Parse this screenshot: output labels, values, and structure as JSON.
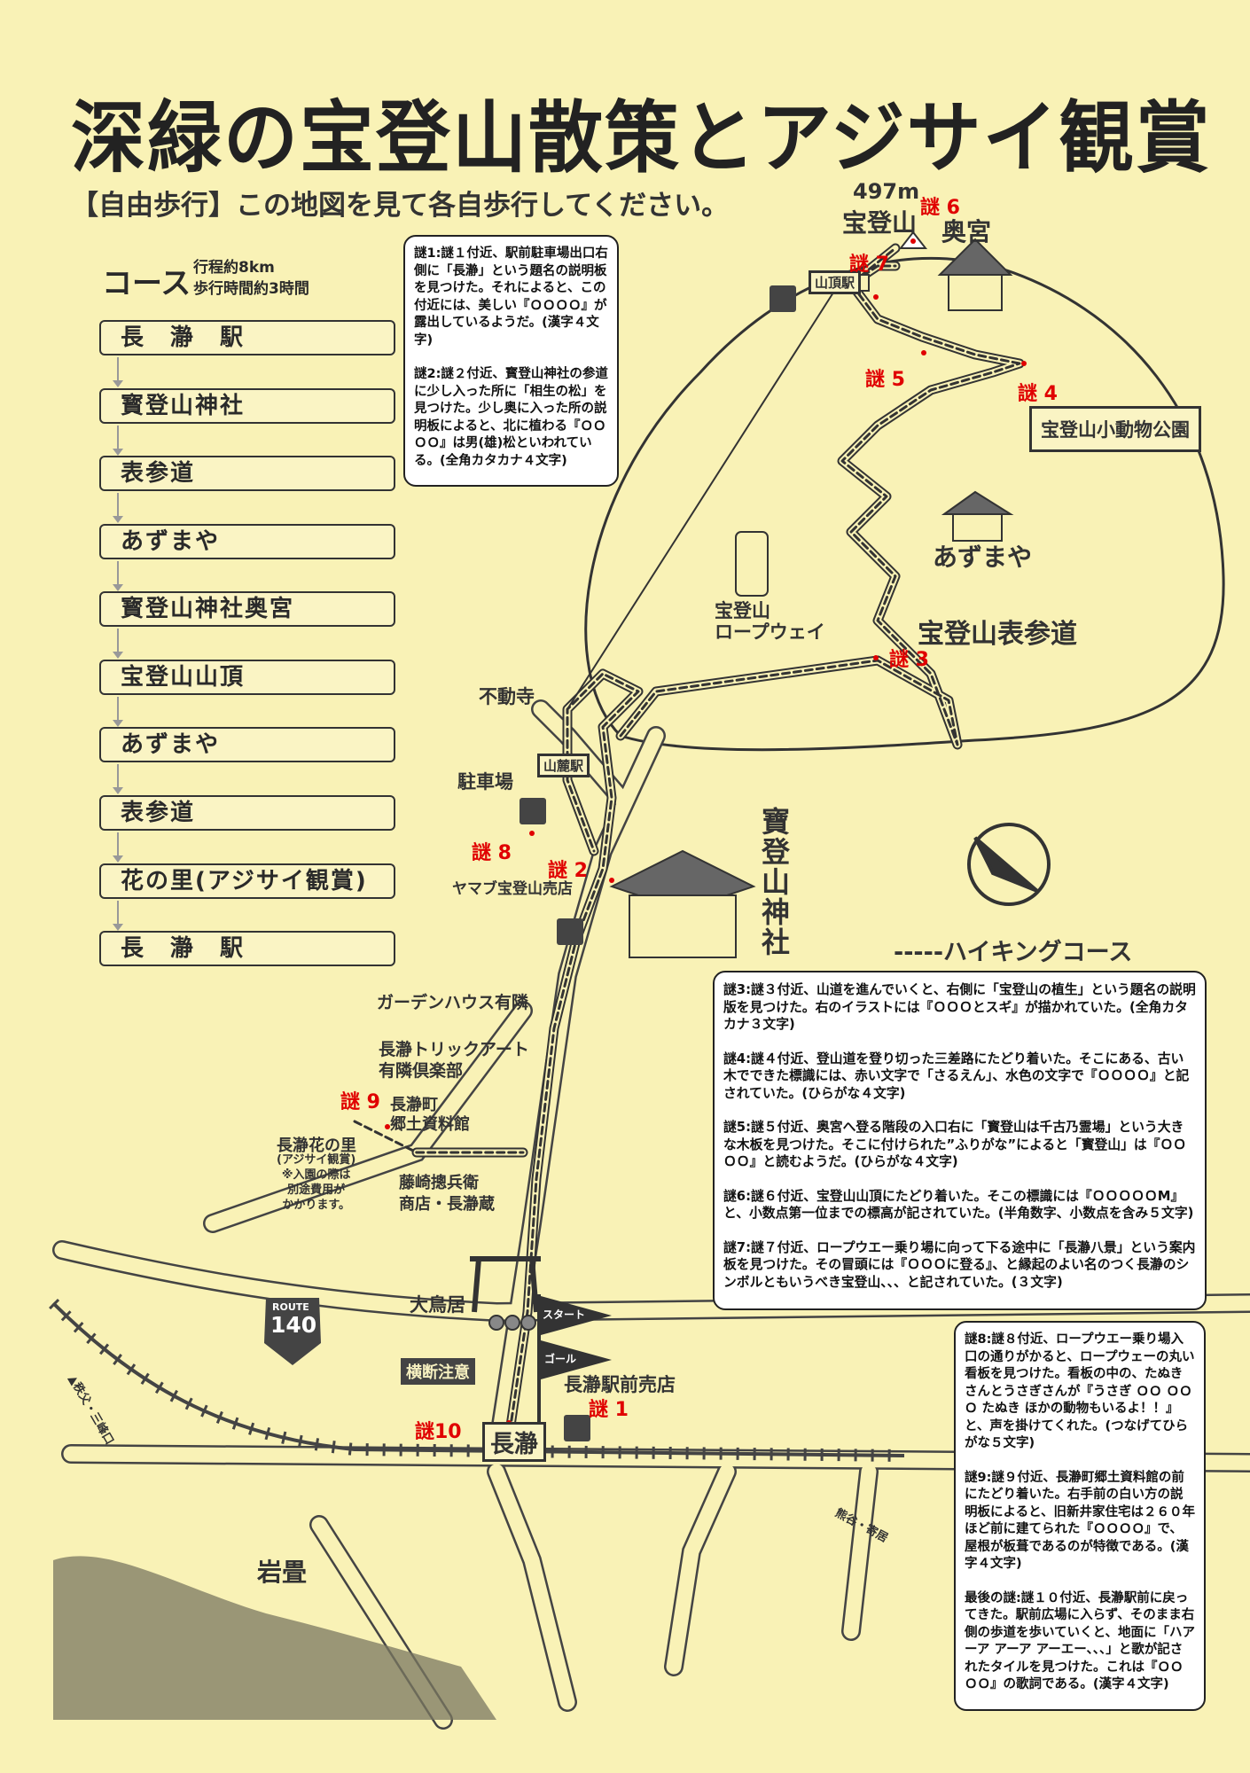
{
  "title": "深緑の宝登山散策とアジサイ観賞",
  "subtitle": "【自由歩行】この地図を見て各自歩行してください。",
  "course": {
    "label": "コース",
    "distance": "行程約8km",
    "time": "歩行時間約3時間",
    "steps": [
      "長　瀞　駅",
      "寳登山神社",
      "表参道",
      "あずまや",
      "寳登山神社奥宮",
      "宝登山山頂",
      "あずまや",
      "表参道",
      "花の里(アジサイ観賞)",
      "長　瀞　駅"
    ]
  },
  "riddles": [
    "謎1:謎１付近、駅前駐車場出口右側に「長瀞」という題名の説明板を見つけた。それによると、この付近には、美しい『ＯＯＯＯ』が露出しているようだ。(漢字４文字)",
    "謎2:謎２付近、寳登山神社の参道に少し入った所に「相生の松」を見つけた。少し奥に入った所の説明板によると、北に植わる『ＯＯＯＯ』は男(雄)松といわれている。(全角カタカナ４文字)",
    "謎3:謎３付近、山道を進んでいくと、右側に「宝登山の植生」という題名の説明版を見つけた。右のイラストには『ＯＯＯとスギ』が描かれていた。(全角カタカナ３文字)",
    "謎4:謎４付近、登山道を登り切った三差路にたどり着いた。そこにある、古い木でできた標識には、赤い文字で「さるえん」、水色の文字で『ＯＯＯＯ』と記されていた。(ひらがな４文字)",
    "謎5:謎５付近、奥宮へ登る階段の入口右に「寳登山は千古乃霊場」という大きな木板を見つけた。そこに付けられた”ふりがな”によると「寳登山」は『ＯＯＯＯ』と読むようだ。(ひらがな４文字)",
    "謎6:謎６付近、宝登山山頂にたどり着いた。そこの標識には『ＯＯＯＯＯM』と、小数点第一位までの標高が記されていた。(半角数字、小数点を含み５文字)",
    "謎7:謎７付近、ロープウエー乗り場に向って下る途中に「長瀞八景」という案内板を見つけた。その冒頭には『ＯＯＯに登る』、と縁起のよい名のつく長瀞のシンボルともいうべき宝登山、、、と記されていた。(３文字)",
    "謎8:謎８付近、ロープウエー乗り場入口の通りがかると、ロープウェーの丸い看板を見つけた。看板の中の、たぬきさんとうさぎさんが『うさぎ ＯＯ ＯＯＯ たぬき ほかの動物もいるよ！！』と、声を掛けてくれた。(つなげてひらがな５文字)",
    "謎9:謎９付近、長瀞町郷土資料館の前にたどり着いた。右手前の白い方の説明板によると、旧新井家住宅は２６０年ほど前に建てられた『ＯＯＯＯ』で、屋根が板葺であるのが特徴である。(漢字４文字)",
    "最後の謎:謎１０付近、長瀞駅前に戻ってきた。駅前広場に入らず、そのまま右側の歩道を歩いていくと、地面に「ハアーア アーア アーエー、、、」と歌が記されたタイルを見つけた。これは『ＯＯＯＯ』の歌詞である。(漢字４文字)"
  ],
  "map": {
    "summit_elevation": "497m",
    "summit": "宝登山",
    "okumiya": "奥宮",
    "summit_station": "山頂駅",
    "zoo": "宝登山小動物公園",
    "azumaya": "あずまや",
    "ropeway": "宝登山\nロープウェイ",
    "omotesando": "宝登山表参道",
    "fudoji": "不動寺",
    "parking": "駐車場",
    "base_station": "山麓駅",
    "shop_yamabu": "ヤマブ宝登山売店",
    "shrine": "寶登山神社",
    "legend": "-----ハイキングコース",
    "garden_house": "ガーデンハウス有隣",
    "trick_art": "長瀞トリックアート\n有隣倶楽部",
    "museum": "長瀞町\n郷土資料館",
    "flower_village": "長瀞花の里",
    "flower_note": "(アジサイ観賞)\n※入園の際は\n別途費用が\nかかります。",
    "fujisaki": "藤崎摠兵衛\n商店・長瀞蔵",
    "torii": "大鳥居",
    "route_word": "ROUTE",
    "route_num": "140",
    "start": "スタート",
    "goal": "ゴール",
    "crossing": "横断注意",
    "station_shop": "長瀞駅前売店",
    "station": "長瀞",
    "iwadatami": "岩畳",
    "rail_west": "▲秩父・三峰口",
    "rail_east": "熊谷・寄居",
    "markers": [
      "謎 1",
      "謎 2",
      "謎 3",
      "謎 4",
      "謎 5",
      "謎 6",
      "謎 7",
      "謎 8",
      "謎 9",
      "謎10"
    ]
  },
  "colors": {
    "background": "#f9f2b6",
    "marker": "#e00000",
    "ink": "#333333"
  }
}
